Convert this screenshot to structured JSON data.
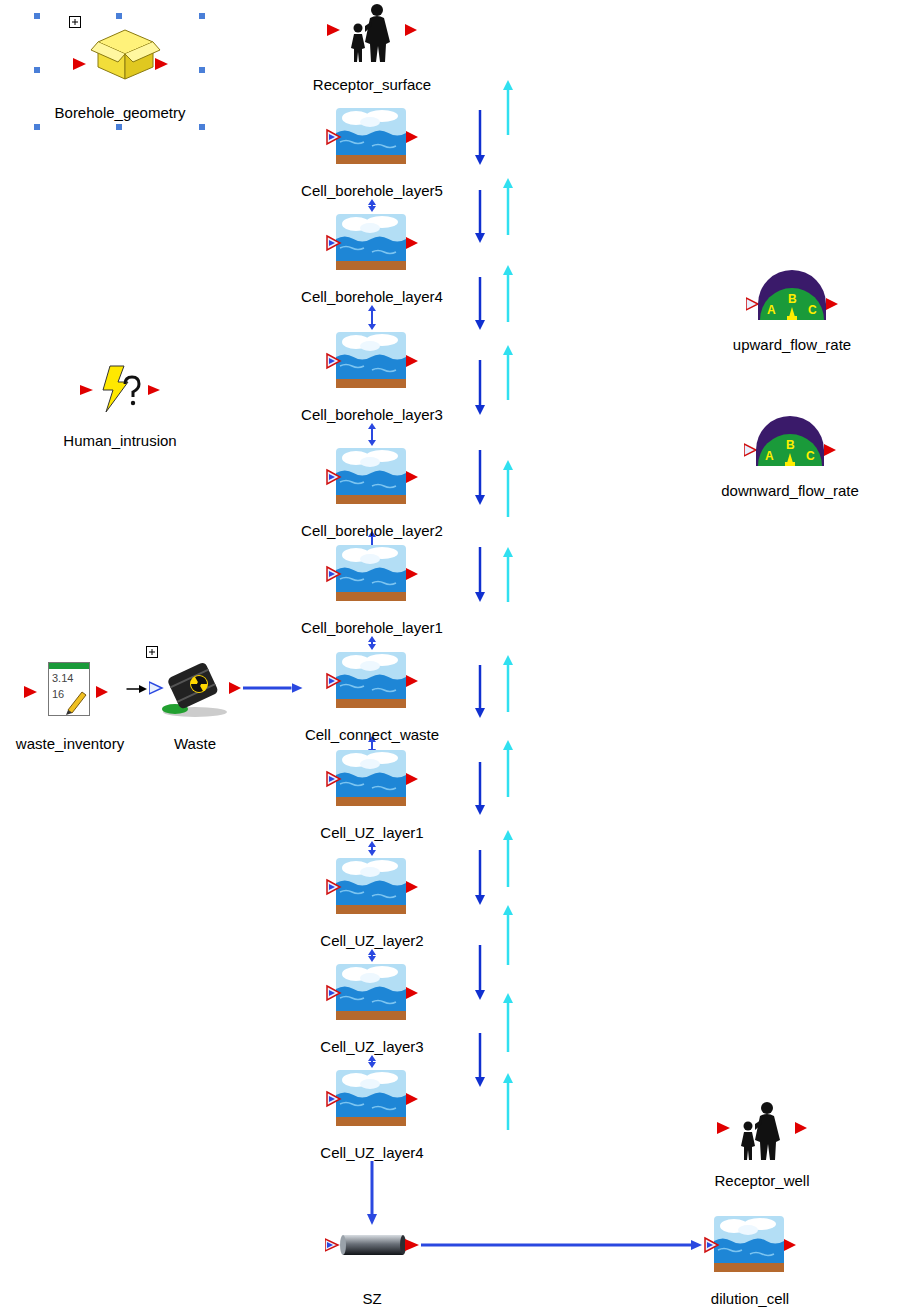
{
  "diagram": {
    "nodes": [
      {
        "text": [
          "Borehole_geometry"
        ]
      },
      {
        "text": [
          "Receptor_surface"
        ]
      },
      {
        "text": [
          "Cell_borehole_layer5"
        ]
      },
      {
        "text": [
          "Cell_borehole_layer4"
        ]
      },
      {
        "text": [
          "Cell_borehole_layer3"
        ]
      },
      {
        "text": [
          "Cell_borehole_layer2"
        ]
      },
      {
        "text": [
          "Cell_borehole_layer1"
        ]
      },
      {
        "text": [
          "Cell_connect_waste"
        ]
      },
      {
        "text": [
          "Cell_UZ_layer1"
        ]
      },
      {
        "text": [
          "Cell_UZ_layer2"
        ]
      },
      {
        "text": [
          "Cell_UZ_layer3"
        ]
      },
      {
        "text": [
          "Cell_UZ_layer4"
        ]
      },
      {
        "text": [
          "SZ"
        ]
      },
      {
        "text": [
          "upward_flow_rate"
        ]
      },
      {
        "text": [
          "downward_flow_rate"
        ]
      },
      {
        "text": [
          "Human_intrusion"
        ]
      },
      {
        "text": [
          "waste_inventory"
        ]
      },
      {
        "text": [
          "Waste"
        ]
      },
      {
        "text": [
          "Receptor_well"
        ]
      },
      {
        "text": [
          "dilution_cell"
        ]
      }
    ],
    "edges": [
      {
        "from": 2,
        "to": 3,
        "arrow": "both"
      },
      {
        "from": 3,
        "to": 4,
        "arrow": "both"
      },
      {
        "from": 4,
        "to": 5,
        "arrow": "both"
      },
      {
        "from": 5,
        "to": 6,
        "arrow": "both"
      },
      {
        "from": 6,
        "to": 7,
        "arrow": "both"
      },
      {
        "from": 7,
        "to": 8,
        "arrow": "both"
      },
      {
        "from": 8,
        "to": 9,
        "arrow": "both"
      },
      {
        "from": 9,
        "to": 10,
        "arrow": "both"
      },
      {
        "from": 10,
        "to": 11,
        "arrow": "both"
      },
      {
        "from": 16,
        "to": 17,
        "arrow": "to"
      },
      {
        "from": 17,
        "to": 7,
        "arrow": "to"
      },
      {
        "from": 11,
        "to": 12,
        "arrow": "to"
      },
      {
        "from": 12,
        "to": 19,
        "arrow": "to"
      }
    ],
    "labels": [
      "3.14",
      "16",
      "A",
      "B",
      "C",
      "A",
      "B",
      "C"
    ]
  }
}
